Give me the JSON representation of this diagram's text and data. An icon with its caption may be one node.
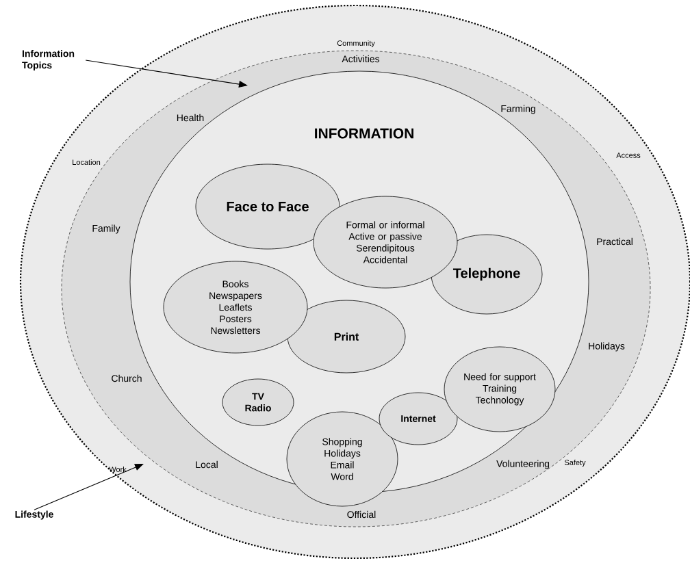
{
  "diagram": {
    "nodes": [
      {
        "text": [
          "Community",
          "Location",
          "Access",
          "Work",
          "Safety"
        ]
      },
      {
        "text": [
          "Activities",
          "Health",
          "Farming",
          "Family",
          "Practical",
          "Holidays",
          "Church",
          "Local",
          "Volunteering",
          "Official"
        ],
        "in": 0
      },
      {
        "text": [
          "INFORMATION"
        ],
        "in": 1
      },
      {
        "text": [
          "Face to Face"
        ],
        "in": 2
      },
      {
        "text": [
          "Formal or informal Active or passive Serendipitous Accidental"
        ],
        "in": 2
      },
      {
        "text": [
          "Telephone"
        ],
        "in": 2
      },
      {
        "text": [
          "Books Newspapers Leaflets Posters Newsletters"
        ],
        "in": 2
      },
      {
        "text": [
          "Print"
        ],
        "in": 2
      },
      {
        "text": [
          "Need for support Training Technology"
        ],
        "in": 2
      },
      {
        "text": [
          "TV Radio"
        ],
        "in": 2
      },
      {
        "text": [
          "Internet"
        ],
        "in": 2
      },
      {
        "text": [
          "Shopping Holidays Email Word"
        ],
        "in": 1
      },
      {
        "text": [
          "Information Topics"
        ]
      },
      {
        "text": [
          "Lifestyle"
        ]
      }
    ],
    "edges": [
      {
        "from": 12,
        "to": 1,
        "arrow": "to"
      },
      {
        "from": 13,
        "to": 0,
        "arrow": "to"
      }
    ]
  }
}
